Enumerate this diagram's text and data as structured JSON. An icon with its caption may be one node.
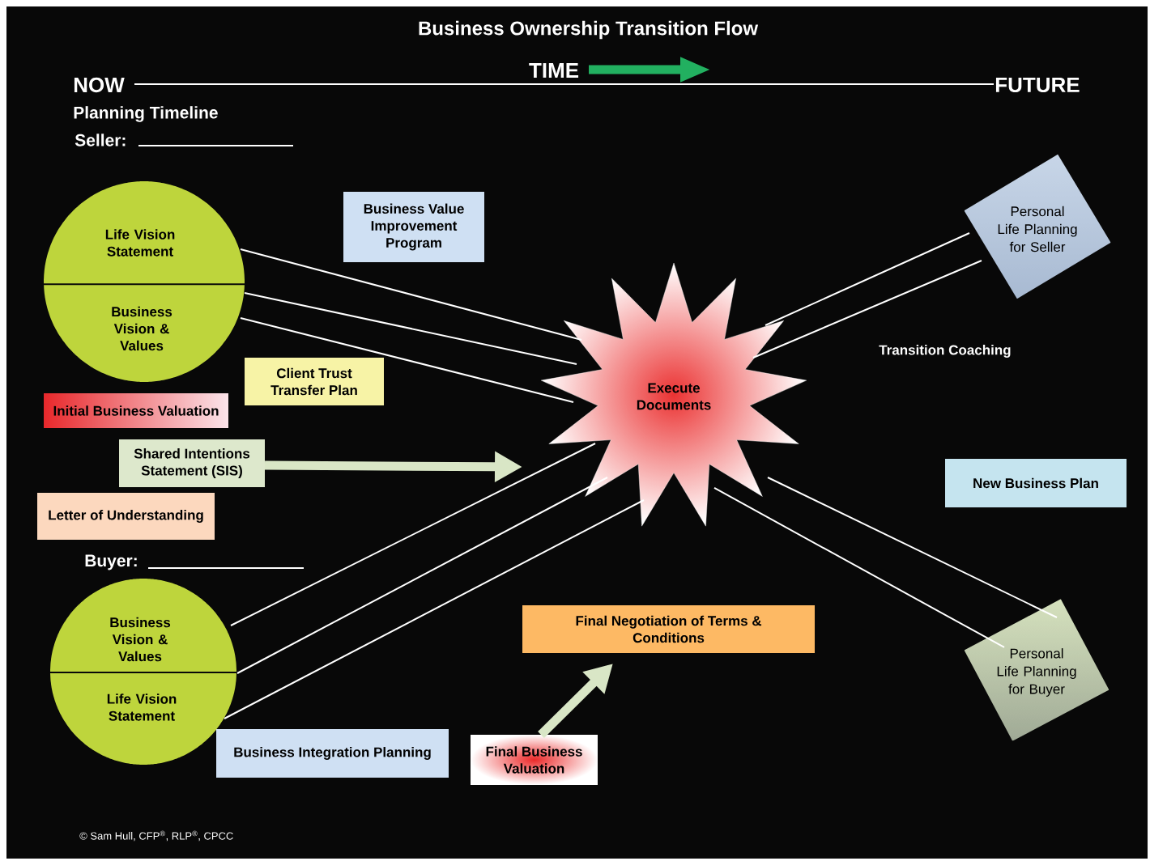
{
  "diagram": {
    "title": "Business Ownership Transition Flow",
    "nodes": [
      {
        "text": [
          "Life Vision Statement"
        ]
      },
      {
        "text": [
          "Business Vision & Values"
        ]
      },
      {
        "text": [
          "Business Value Improvement Program"
        ]
      },
      {
        "text": [
          "Client Trust Transfer Plan"
        ]
      },
      {
        "text": [
          "Initial Business Valuation"
        ]
      },
      {
        "text": [
          "Shared Intentions Statement (SIS)"
        ]
      },
      {
        "text": [
          "Letter of Understanding"
        ]
      },
      {
        "text": [
          "Execute Documents"
        ]
      },
      {
        "text": [
          "Personal Life Planning for Seller"
        ]
      },
      {
        "text": [
          "New Business Plan"
        ]
      },
      {
        "text": [
          "Business Vision & Values"
        ]
      },
      {
        "text": [
          "Life Vision Statement"
        ]
      },
      {
        "text": [
          "Business Integration Planning"
        ]
      },
      {
        "text": [
          "Final Negotiation of Terms & Conditions"
        ]
      },
      {
        "text": [
          "Final Business Valuation"
        ]
      },
      {
        "text": [
          "Personal Life Planning for Buyer"
        ]
      }
    ],
    "edges": [
      {
        "from": 0,
        "to": 7,
        "arrow": "none"
      },
      {
        "from": 1,
        "to": 7,
        "arrow": "none"
      },
      {
        "from": 1,
        "to": 7,
        "arrow": "none"
      },
      {
        "from": 5,
        "to": 7,
        "arrow": "to",
        "style": "thick",
        "color": "#d9e6c6"
      },
      {
        "from": 7,
        "to": 8,
        "arrow": "none"
      },
      {
        "from": 7,
        "to": 8,
        "arrow": "none"
      },
      {
        "from": 10,
        "to": 7,
        "arrow": "none"
      },
      {
        "from": 11,
        "to": 7,
        "arrow": "none"
      },
      {
        "from": 11,
        "to": 7,
        "arrow": "none"
      },
      {
        "from": 7,
        "to": 15,
        "arrow": "none"
      },
      {
        "from": 7,
        "to": 15,
        "arrow": "none"
      },
      {
        "from": 14,
        "to": 13,
        "arrow": "to",
        "style": "thick",
        "color": "#d9e6c6"
      }
    ],
    "labels": [
      "TIME",
      "NOW",
      "FUTURE",
      "Planning Timeline",
      "Seller:",
      "Transition Coaching",
      "Buyer:",
      "© Sam Hull, CFP$^{®}$, RLP$^{®}$, CPCC"
    ]
  }
}
